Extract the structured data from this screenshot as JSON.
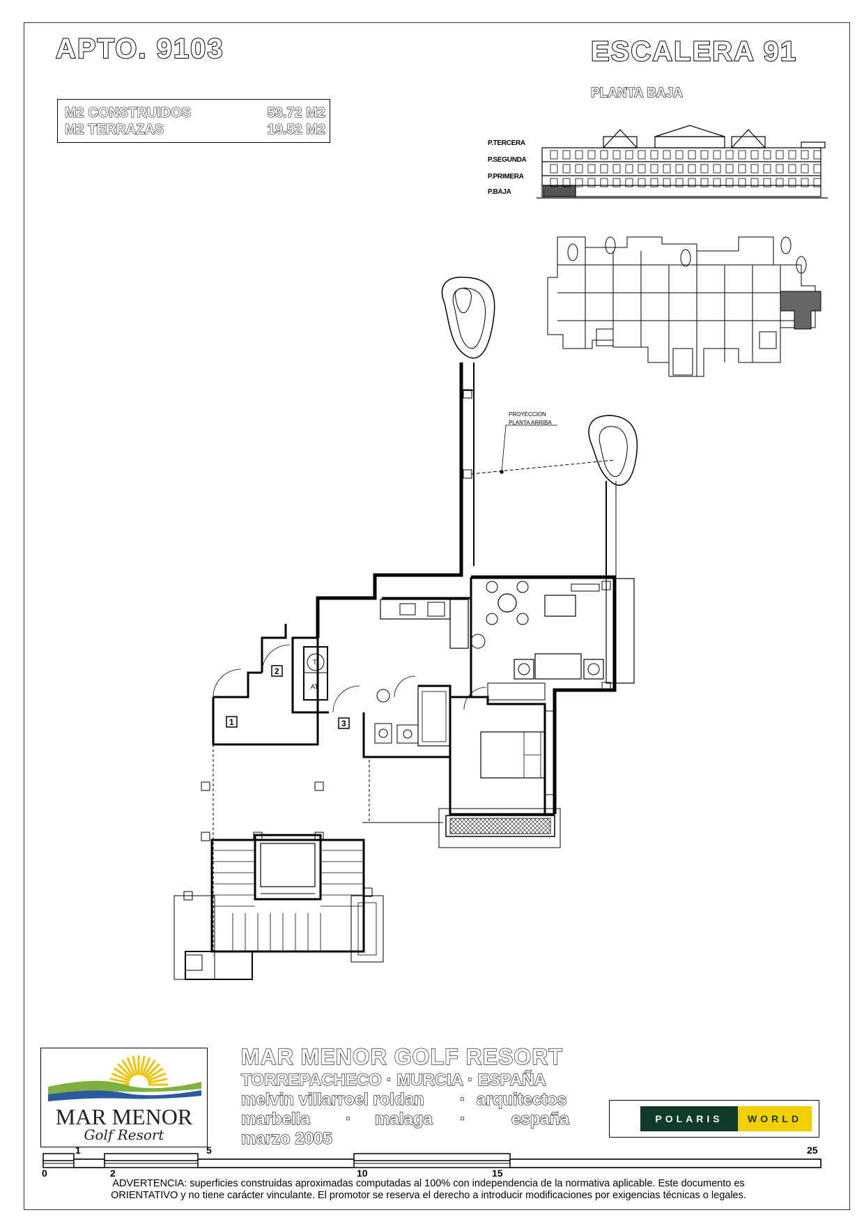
{
  "header": {
    "apartment": "APTO.  9103",
    "stair": "ESCALERA  91",
    "level": "PLANTA BAJA"
  },
  "areas": [
    {
      "label": "M2 CONSTRUIDOS",
      "value": "53.72 M2"
    },
    {
      "label": "M2 TERRAZAS",
      "value": "19.52 M2"
    }
  ],
  "elevation_floors": [
    "P.TERCERA",
    "P.SEGUNDA",
    "P.PRIMERA",
    "P.BAJA"
  ],
  "plan_labels": {
    "projection_line1": "PROYECCION",
    "projection_line2": "PLANTA  ARRIBA",
    "tank": "T.",
    "at": "AT",
    "door1": "1",
    "door2": "2",
    "door3": "3"
  },
  "footer": {
    "resort": "MAR MENOR GOLF RESORT",
    "location": "TORREPACHECO · MURCIA · ESPAÑA",
    "architects_name": "melvin villarroel roldan",
    "architects_dot": "·",
    "architects_role": "arquitectos",
    "city1": "marbella",
    "city_dot1": "·",
    "city2": "malaga",
    "city_dot2": "·",
    "city3": "españa",
    "date": "marzo 2005"
  },
  "logo": {
    "brand_line1": "MAR MENOR",
    "brand_line2": "Golf Resort",
    "colors": {
      "sun": "#f2c200",
      "green": "#7fb040",
      "blue": "#2c5aa0"
    }
  },
  "polaris": {
    "left": "POLARIS",
    "right": "WORLD",
    "colors": {
      "dark": "#103a2a",
      "yellow": "#f2d000"
    }
  },
  "scale_ticks": [
    "0",
    "1",
    "2",
    "5",
    "10",
    "15",
    "25"
  ],
  "warning": {
    "line1": "ADVERTENCIA: superficies construidas aproximadas computadas al 100% con independencia de la normativa aplicable. Este documento es",
    "line2": "ORIENTATIVO y no tiene carácter vinculante. El promotor se reserva el derecho a introducir modificaciones por exigencias técnicas o legales."
  }
}
